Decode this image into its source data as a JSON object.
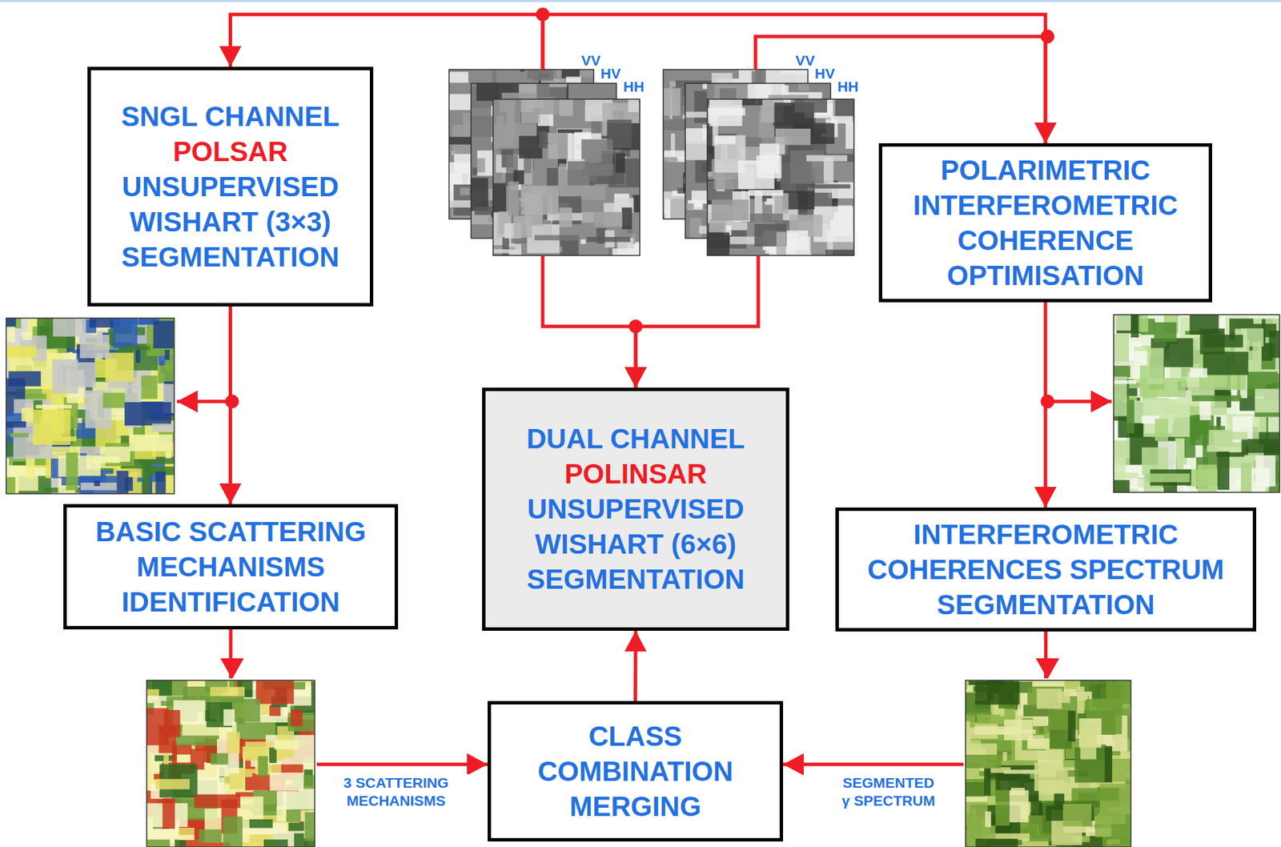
{
  "diagram": {
    "nodes": [
      {
        "text": [
          "SNGL CHANNEL",
          "POLSAR",
          "UNSUPERVISED WISHART (3×3) SEGMENTATION"
        ]
      },
      {
        "text": [
          "VV",
          "HV",
          "HH"
        ]
      },
      {
        "text": [
          "VV",
          "HV",
          "HH"
        ]
      },
      {
        "text": [
          "POLARIMETRIC INTERFEROMETRIC COHERENCE OPTIMISATION"
        ]
      },
      {
        "text": [
          "DUAL CHANNEL",
          "POLINSAR",
          "UNSUPERVISED WISHART (6×6) SEGMENTATION"
        ]
      },
      {
        "text": [
          "BASIC SCATTERING MECHANISMS IDENTIFICATION"
        ]
      },
      {
        "text": [
          "INTERFEROMETRIC COHERENCES SPECTRUM SEGMENTATION"
        ]
      },
      {
        "text": [
          "CLASS COMBINATION MERGING"
        ]
      }
    ],
    "edges": [
      {
        "from": 1,
        "to": 0,
        "arrow": "to"
      },
      {
        "from": 1,
        "to": 3,
        "arrow": "to"
      },
      {
        "from": 2,
        "to": 3,
        "arrow": "to"
      },
      {
        "from": 1,
        "to": 4,
        "arrow": "to"
      },
      {
        "from": 2,
        "to": 4,
        "arrow": "to"
      },
      {
        "from": 0,
        "to": 5,
        "arrow": "to"
      },
      {
        "from": 3,
        "to": 6,
        "arrow": "to"
      },
      {
        "from": 5,
        "to": 7,
        "label": "3 SCATTERING MECHANISMS",
        "arrow": "to"
      },
      {
        "from": 6,
        "to": 7,
        "label": "SEGMENTED γ SPECTRUM",
        "arrow": "to"
      },
      {
        "from": 7,
        "to": 4,
        "arrow": "to"
      }
    ]
  }
}
